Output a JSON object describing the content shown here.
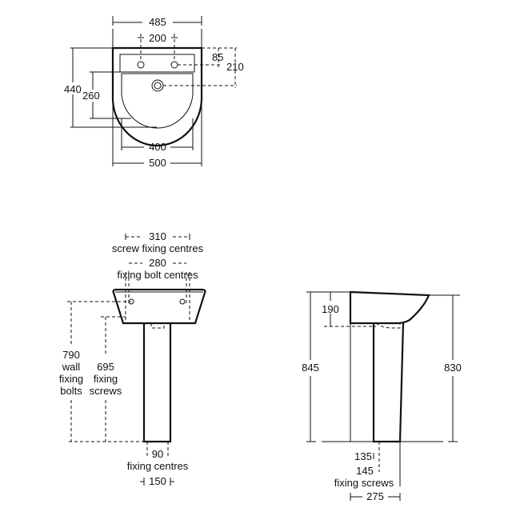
{
  "plan_view": {
    "width_outer": "485",
    "tap_centres": "200",
    "tap_to_wall": "85",
    "waste_to_wall": "210",
    "depth_total": "440",
    "bowl_depth": "260",
    "bowl_width": "400",
    "overall_width": "500"
  },
  "front_view": {
    "screw_fixing": "310",
    "screw_fixing_label": "screw fixing centres",
    "bolt_fixing": "280",
    "bolt_fixing_label": "fixing bolt centres",
    "wall_bolts_value": "790",
    "wall_bolts_line1": "wall",
    "wall_bolts_line2": "fixing",
    "wall_bolts_line3": "bolts",
    "fixing_screws_value": "695",
    "fixing_screws_line1": "fixing",
    "fixing_screws_line2": "screws",
    "pedestal_fixing": "90",
    "pedestal_fixing_label": "fixing centres",
    "pedestal_width": "150"
  },
  "side_view": {
    "basin_height": "190",
    "total_height_back": "845",
    "total_height_front": "830",
    "pedestal_offset": "135",
    "screw_offset": "145",
    "screw_label": "fixing screws",
    "pedestal_depth": "275"
  }
}
